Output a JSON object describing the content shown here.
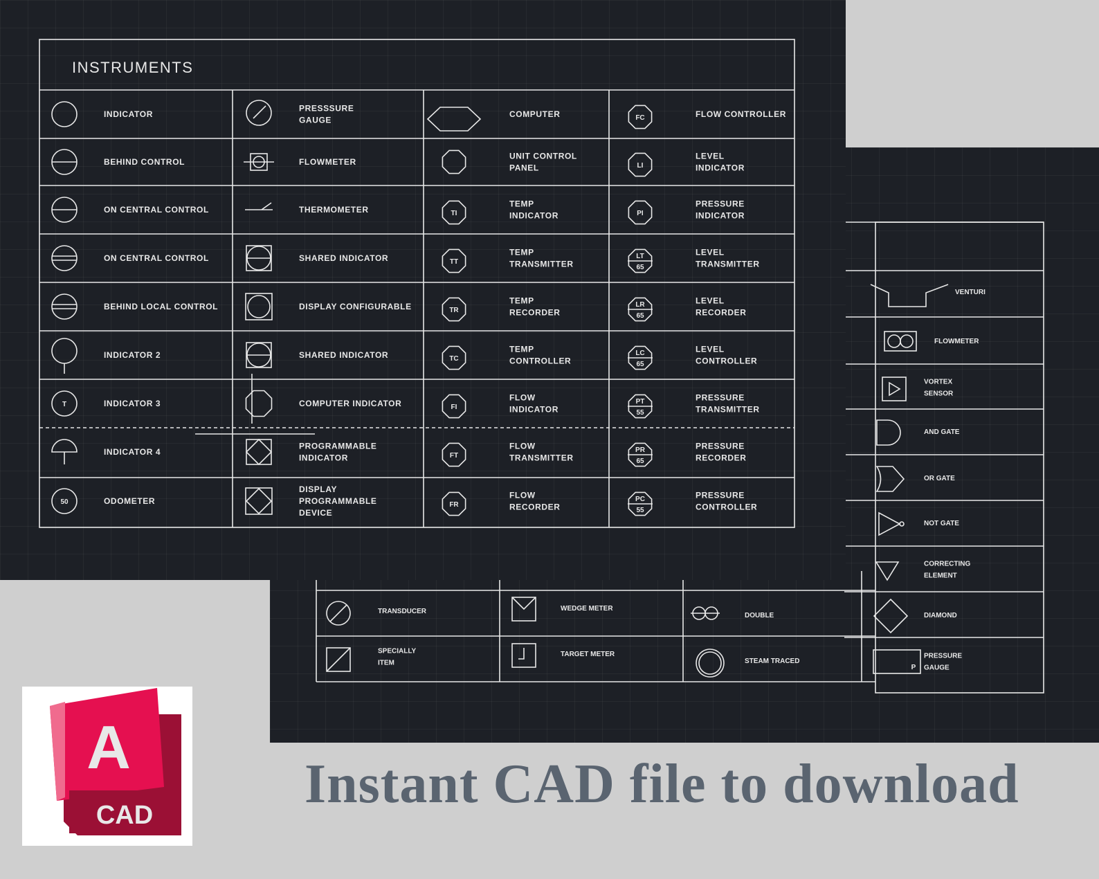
{
  "front_table": {
    "title": "INSTRUMENTS",
    "col1": [
      "INDICATOR",
      "BEHIND CONTROL",
      "ON CENTRAL CONTROL",
      "ON CENTRAL CONTROL",
      "BEHIND LOCAL CONTROL",
      "INDICATOR 2",
      "INDICATOR 3",
      "INDICATOR 4",
      "ODOMETER"
    ],
    "col2": [
      [
        "PRESSSURE",
        "GAUGE"
      ],
      [
        "FLOWMETER"
      ],
      [
        "THERMOMETER"
      ],
      [
        "SHARED INDICATOR"
      ],
      [
        "DISPLAY CONFIGURABLE"
      ],
      [
        "SHARED INDICATOR"
      ],
      [
        "COMPUTER INDICATOR"
      ],
      [
        "PROGRAMMABLE",
        "INDICATOR"
      ],
      [
        "DISPLAY",
        "PROGRAMMABLE",
        "DEVICE"
      ]
    ],
    "col3": [
      [
        "COMPUTER"
      ],
      [
        "UNIT CONTROL",
        "PANEL"
      ],
      [
        "TEMP",
        "INDICATOR"
      ],
      [
        "TEMP",
        "TRANSMITTER"
      ],
      [
        "TEMP",
        "RECORDER"
      ],
      [
        "TEMP",
        "CONTROLLER"
      ],
      [
        "FLOW",
        "INDICATOR"
      ],
      [
        "FLOW",
        "TRANSMITTER"
      ],
      [
        "FLOW",
        "RECORDER"
      ]
    ],
    "col3_tags": [
      "",
      "",
      "TI",
      "TT",
      "TR",
      "TC",
      "FI",
      "FT",
      "FR"
    ],
    "col4": [
      [
        "FLOW CONTROLLER"
      ],
      [
        "LEVEL",
        "INDICATOR"
      ],
      [
        "PRESSURE",
        "INDICATOR"
      ],
      [
        "LEVEL",
        "TRANSMITTER"
      ],
      [
        "LEVEL",
        "RECORDER"
      ],
      [
        "LEVEL",
        "CONTROLLER"
      ],
      [
        "PRESSURE",
        "TRANSMITTER"
      ],
      [
        "PRESSURE",
        "RECORDER"
      ],
      [
        "PRESSURE",
        "CONTROLLER"
      ]
    ],
    "col4_tags": [
      "FC",
      "LI",
      "PI",
      "LT",
      "LR",
      "LC",
      "PT",
      "PR",
      "PC"
    ],
    "col4_sub": [
      "",
      "",
      "",
      "65",
      "65",
      "65",
      "55",
      "65",
      "55"
    ],
    "odometer_value": "50",
    "indicator3_letter": "T"
  },
  "back_table": {
    "right_col": [
      [
        "VENTURI"
      ],
      [
        "FLOWMETER"
      ],
      [
        "VORTEX",
        "SENSOR"
      ],
      [
        "AND GATE"
      ],
      [
        "OR GATE"
      ],
      [
        "NOT GATE"
      ],
      [
        "CORRECTING",
        "ELEMENT"
      ],
      [
        "DIAMOND"
      ],
      [
        "PRESSURE",
        "GAUGE"
      ]
    ],
    "bottom_rows": [
      [
        [
          "TRANSDUCER"
        ],
        [
          "WEDGE METER"
        ],
        [
          "DOUBLE"
        ]
      ],
      [
        [
          "SPECIALLY",
          "ITEM"
        ],
        [
          "TARGET METER"
        ],
        [
          "STEAM TRACED"
        ]
      ]
    ],
    "gauge_letter": "P"
  },
  "logo": {
    "letter": "A",
    "label": "CAD",
    "colors": {
      "primary": "#e51050",
      "dark": "#9b1035",
      "light": "#f06b8e"
    }
  },
  "tagline": "Instant CAD file to download"
}
